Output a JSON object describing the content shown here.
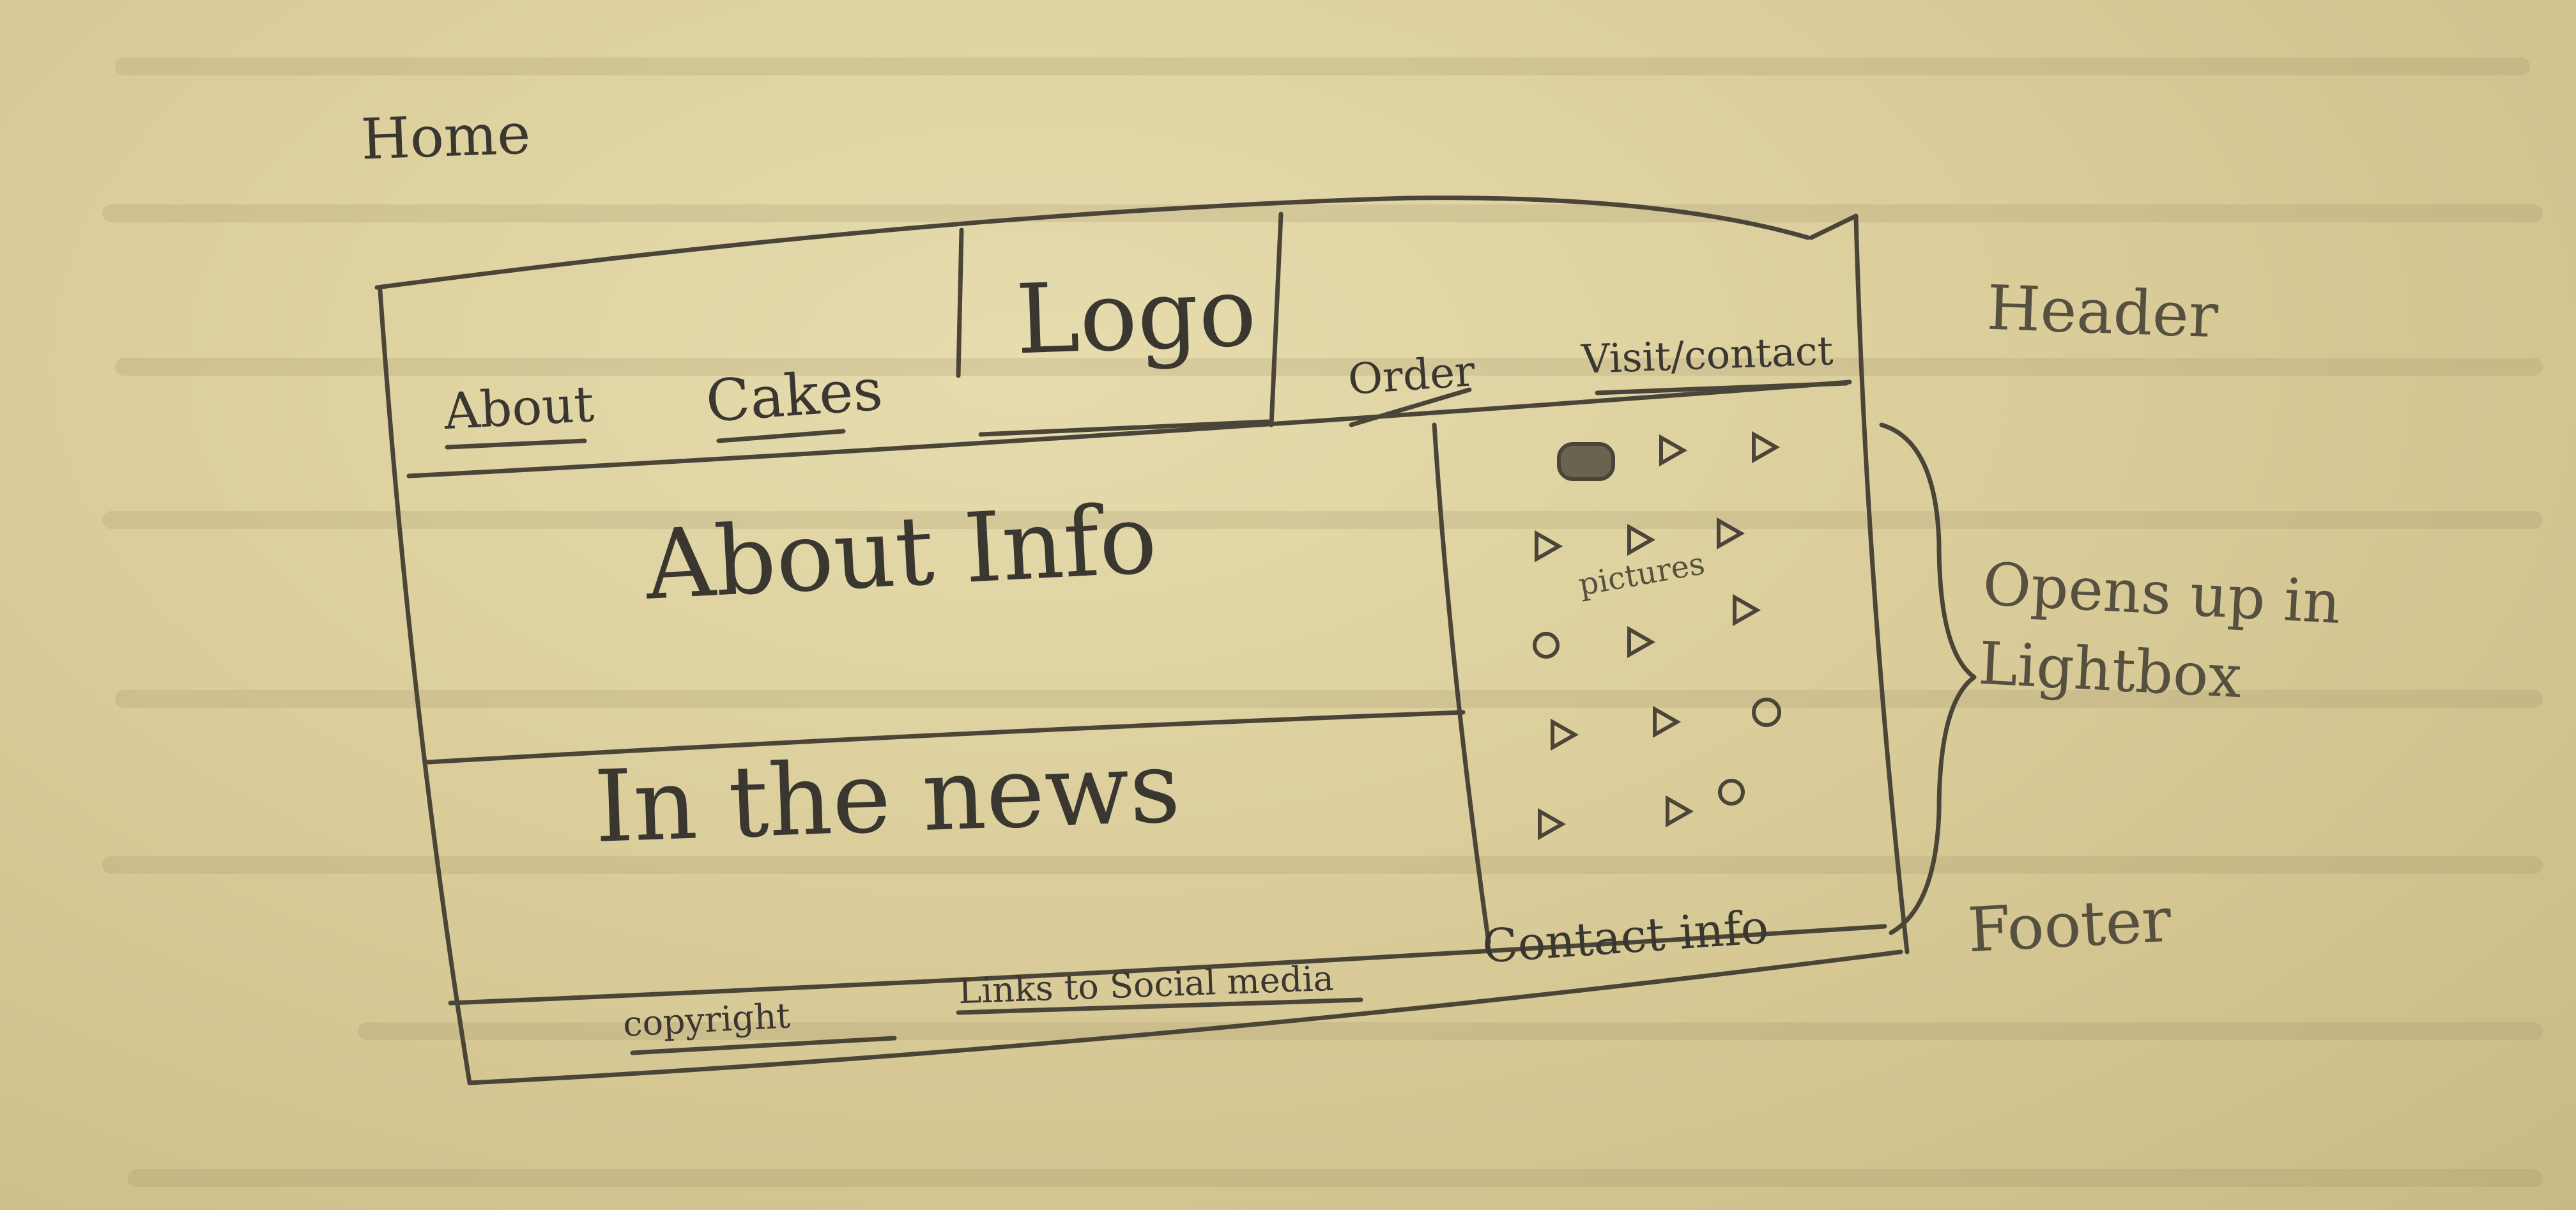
{
  "page_title": "Home",
  "header": {
    "nav_about": "About",
    "nav_cakes": "Cakes",
    "logo": "Logo",
    "nav_order": "Order",
    "nav_visit_contact": "Visit/contact"
  },
  "main": {
    "about_info": "About Info",
    "in_the_news": "In the news"
  },
  "gallery": {
    "label": "pictures"
  },
  "footer": {
    "copyright": "copyright",
    "links_social": "Links to Social media",
    "contact_info": "Contact info"
  },
  "annotations": {
    "header": "Header",
    "opens_lightbox": "Opens up in Lightbox",
    "footer": "Footer"
  },
  "colors": {
    "paper": "#d9cc9a",
    "pencil": "#3a3630"
  }
}
